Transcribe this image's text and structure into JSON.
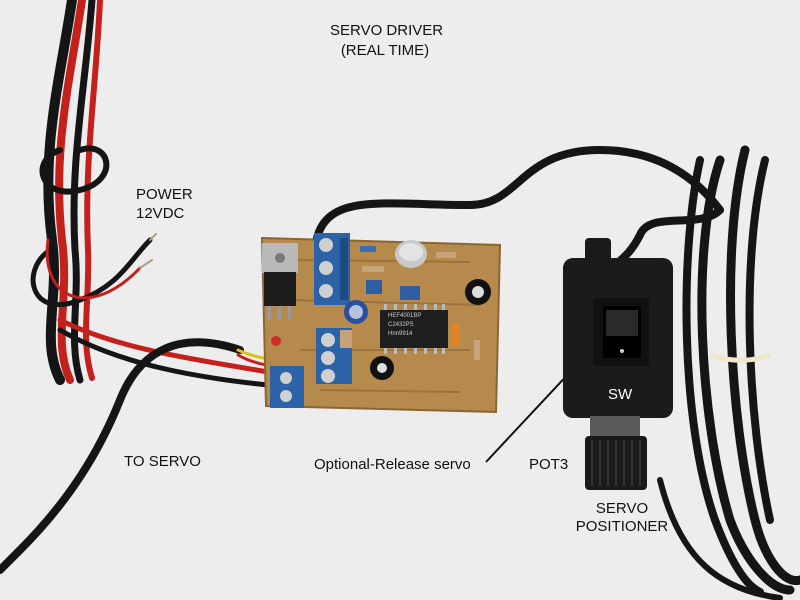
{
  "labels": {
    "title_line1": "SERVO DRIVER",
    "title_line2": "(REAL TIME)",
    "power_line1": "POWER",
    "power_line2": "12VDC",
    "to_servo": "TO SERVO",
    "optional_release": "Optional-Release servo",
    "pot3": "POT3",
    "sw": "SW",
    "positioner_line1": "SERVO",
    "positioner_line2": "POSITIONER"
  },
  "chip_text": {
    "line1": "HEF4001BP",
    "line2": "C2432PS",
    "line3": "Hnn9914"
  },
  "colors": {
    "background": "#ededed",
    "pcb": "#b58a4c",
    "terminal_block": "#2b62a8",
    "red_wire": "#c4201c",
    "black_wire": "#151515",
    "switch_box": "#1b1b1b"
  }
}
